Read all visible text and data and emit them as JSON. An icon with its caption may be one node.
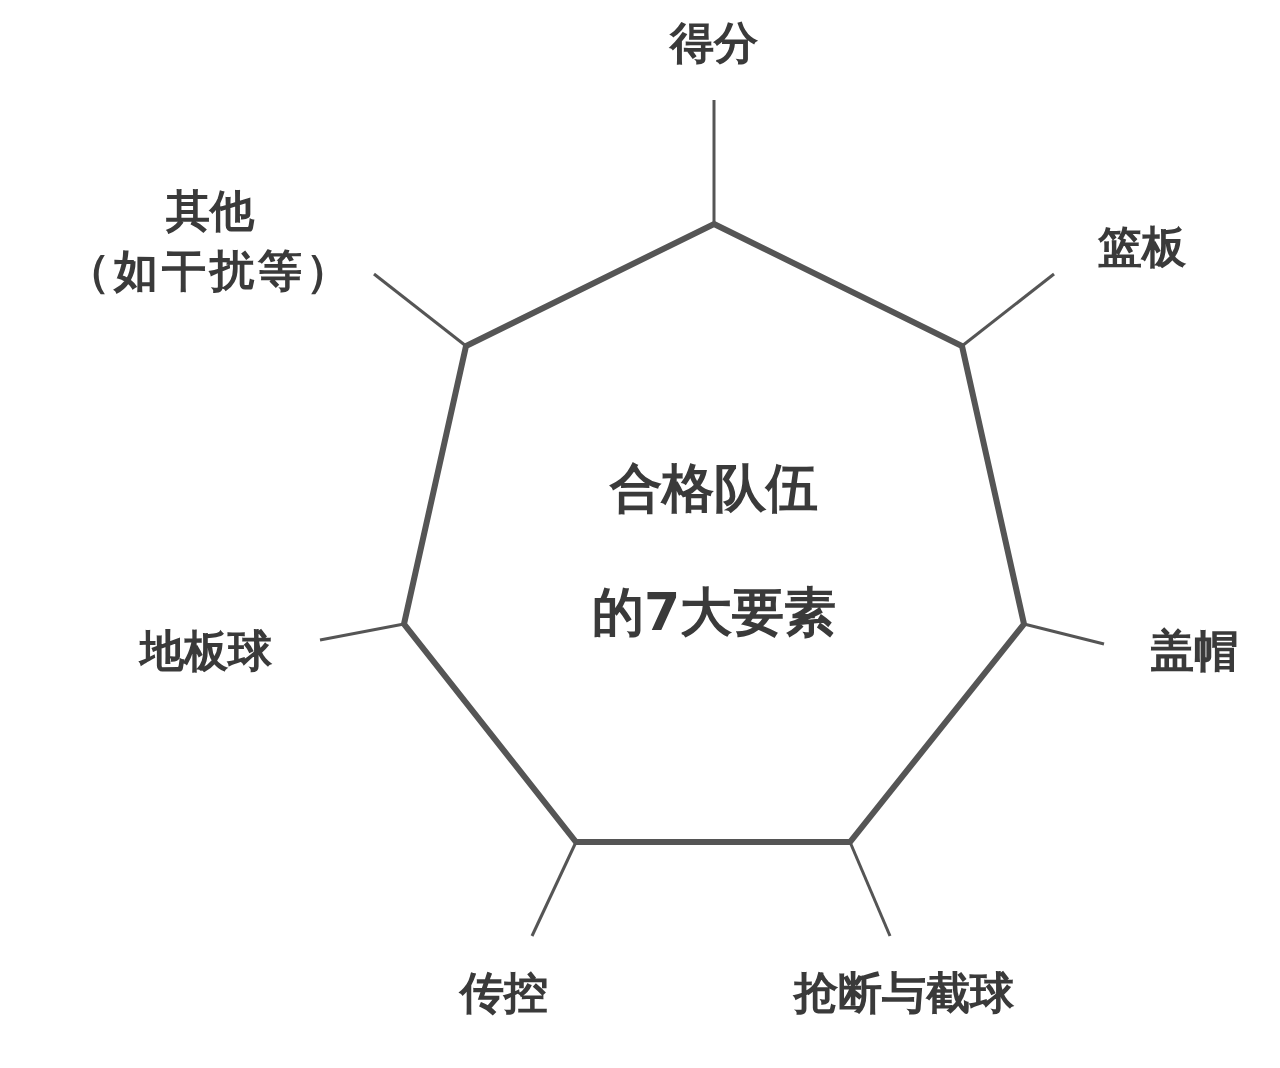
{
  "diagram": {
    "nodes": [
      {
        "text": [
          "合格队伍的7大要素"
        ]
      },
      {
        "text": [
          "得分"
        ]
      },
      {
        "text": [
          "篮板"
        ]
      },
      {
        "text": [
          "盖帽"
        ]
      },
      {
        "text": [
          "抢断与截球"
        ]
      },
      {
        "text": [
          "传控"
        ]
      },
      {
        "text": [
          "地板球"
        ]
      },
      {
        "text": [
          "其他",
          "（如干扰等）"
        ]
      }
    ],
    "edges": [
      {
        "from": 1,
        "to": 0,
        "arrow": "none"
      },
      {
        "from": 2,
        "to": 0,
        "arrow": "none"
      },
      {
        "from": 3,
        "to": 0,
        "arrow": "none"
      },
      {
        "from": 4,
        "to": 0,
        "arrow": "none"
      },
      {
        "from": 5,
        "to": 0,
        "arrow": "none"
      },
      {
        "from": 6,
        "to": 0,
        "arrow": "none"
      },
      {
        "from": 7,
        "to": 0,
        "arrow": "none"
      }
    ]
  }
}
